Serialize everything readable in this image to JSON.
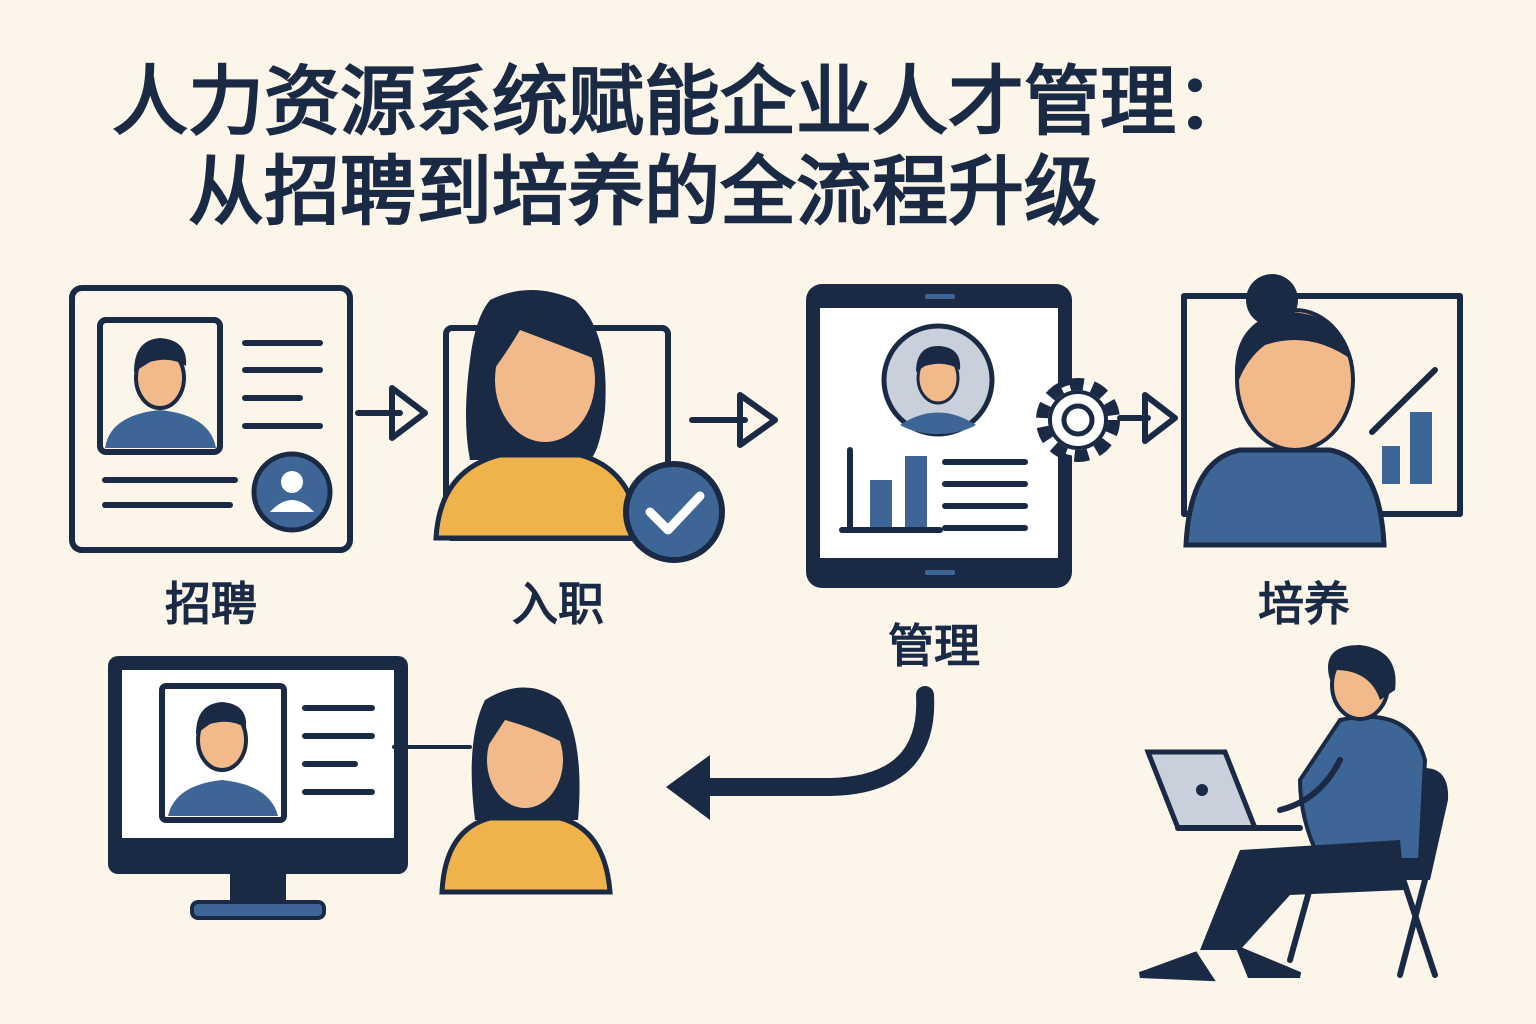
{
  "title": {
    "line1": "人力资源系统赋能企业人才管理：",
    "line2": "从招聘到培养的全流程升级"
  },
  "steps": [
    {
      "label": "招聘",
      "icon": "resume-card-icon"
    },
    {
      "label": "入职",
      "icon": "onboarding-check-icon"
    },
    {
      "label": "管理",
      "icon": "tablet-dashboard-icon"
    },
    {
      "label": "培养",
      "icon": "growth-presentation-icon"
    }
  ],
  "colors": {
    "background": "#fbf5ea",
    "navy": "#1b2a44",
    "blue": "#3d6596",
    "orange": "#f0b24a",
    "skin": "#f2b98a",
    "card": "#c9d0dc"
  }
}
